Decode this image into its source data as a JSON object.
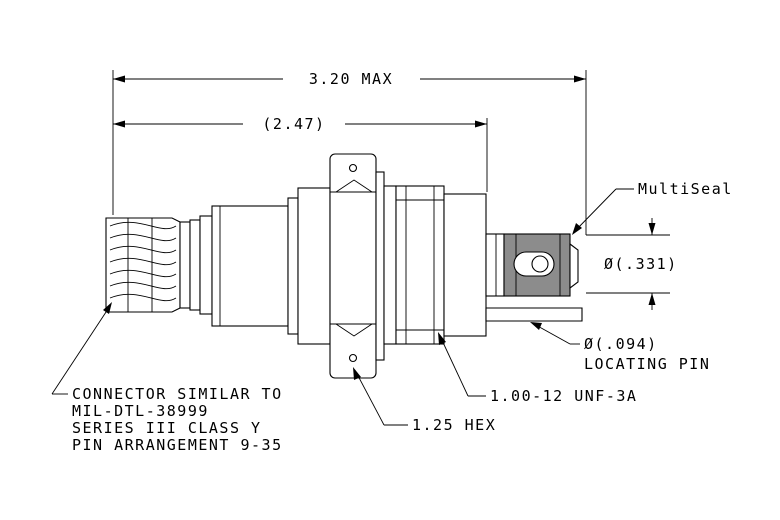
{
  "dimensions": {
    "overall_length": "3.20 MAX",
    "reference_length": "(2.47)",
    "seal_diameter": "Ø(.331)"
  },
  "callouts": {
    "multiseal": "MultiSeal",
    "locating_pin": [
      "Ø(.094)",
      "LOCATING PIN"
    ],
    "thread": "1.00-12 UNF-3A",
    "hex": "1.25 HEX",
    "connector": [
      "CONNECTOR SIMILAR TO",
      "MIL-DTL-38999",
      "SERIES III CLASS Y",
      "PIN ARRANGEMENT 9-35"
    ]
  },
  "colors": {
    "line": "#000000",
    "seal_fill": "#8c8c8c",
    "background": "#ffffff"
  }
}
